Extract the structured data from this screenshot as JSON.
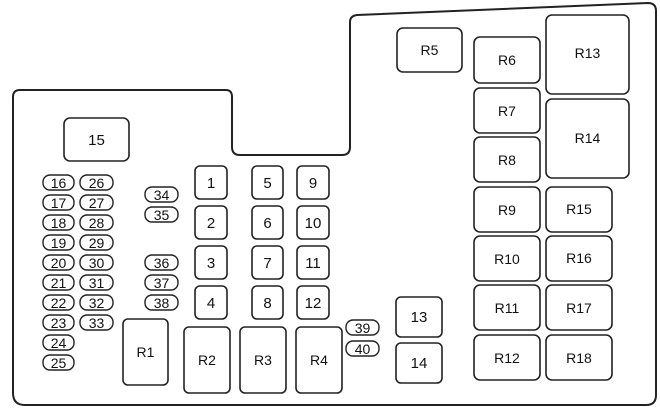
{
  "colors": {
    "stroke": "#222222",
    "fill": "#ffffff",
    "text": "#111111"
  },
  "fuses": {
    "f1": "1",
    "f2": "2",
    "f3": "3",
    "f4": "4",
    "f5": "5",
    "f6": "6",
    "f7": "7",
    "f8": "8",
    "f9": "9",
    "f10": "10",
    "f11": "11",
    "f12": "12",
    "f13": "13",
    "f14": "14",
    "f15": "15",
    "f16": "16",
    "f17": "17",
    "f18": "18",
    "f19": "19",
    "f20": "20",
    "f21": "21",
    "f22": "22",
    "f23": "23",
    "f24": "24",
    "f25": "25",
    "f26": "26",
    "f27": "27",
    "f28": "28",
    "f29": "29",
    "f30": "30",
    "f31": "31",
    "f32": "32",
    "f33": "33",
    "f34": "34",
    "f35": "35",
    "f36": "36",
    "f37": "37",
    "f38": "38",
    "f39": "39",
    "f40": "40"
  },
  "relays": {
    "r1": "R1",
    "r2": "R2",
    "r3": "R3",
    "r4": "R4",
    "r5": "R5",
    "r6": "R6",
    "r7": "R7",
    "r8": "R8",
    "r9": "R9",
    "r10": "R10",
    "r11": "R11",
    "r12": "R12",
    "r13": "R13",
    "r14": "R14",
    "r15": "R15",
    "r16": "R16",
    "r17": "R17",
    "r18": "R18"
  }
}
